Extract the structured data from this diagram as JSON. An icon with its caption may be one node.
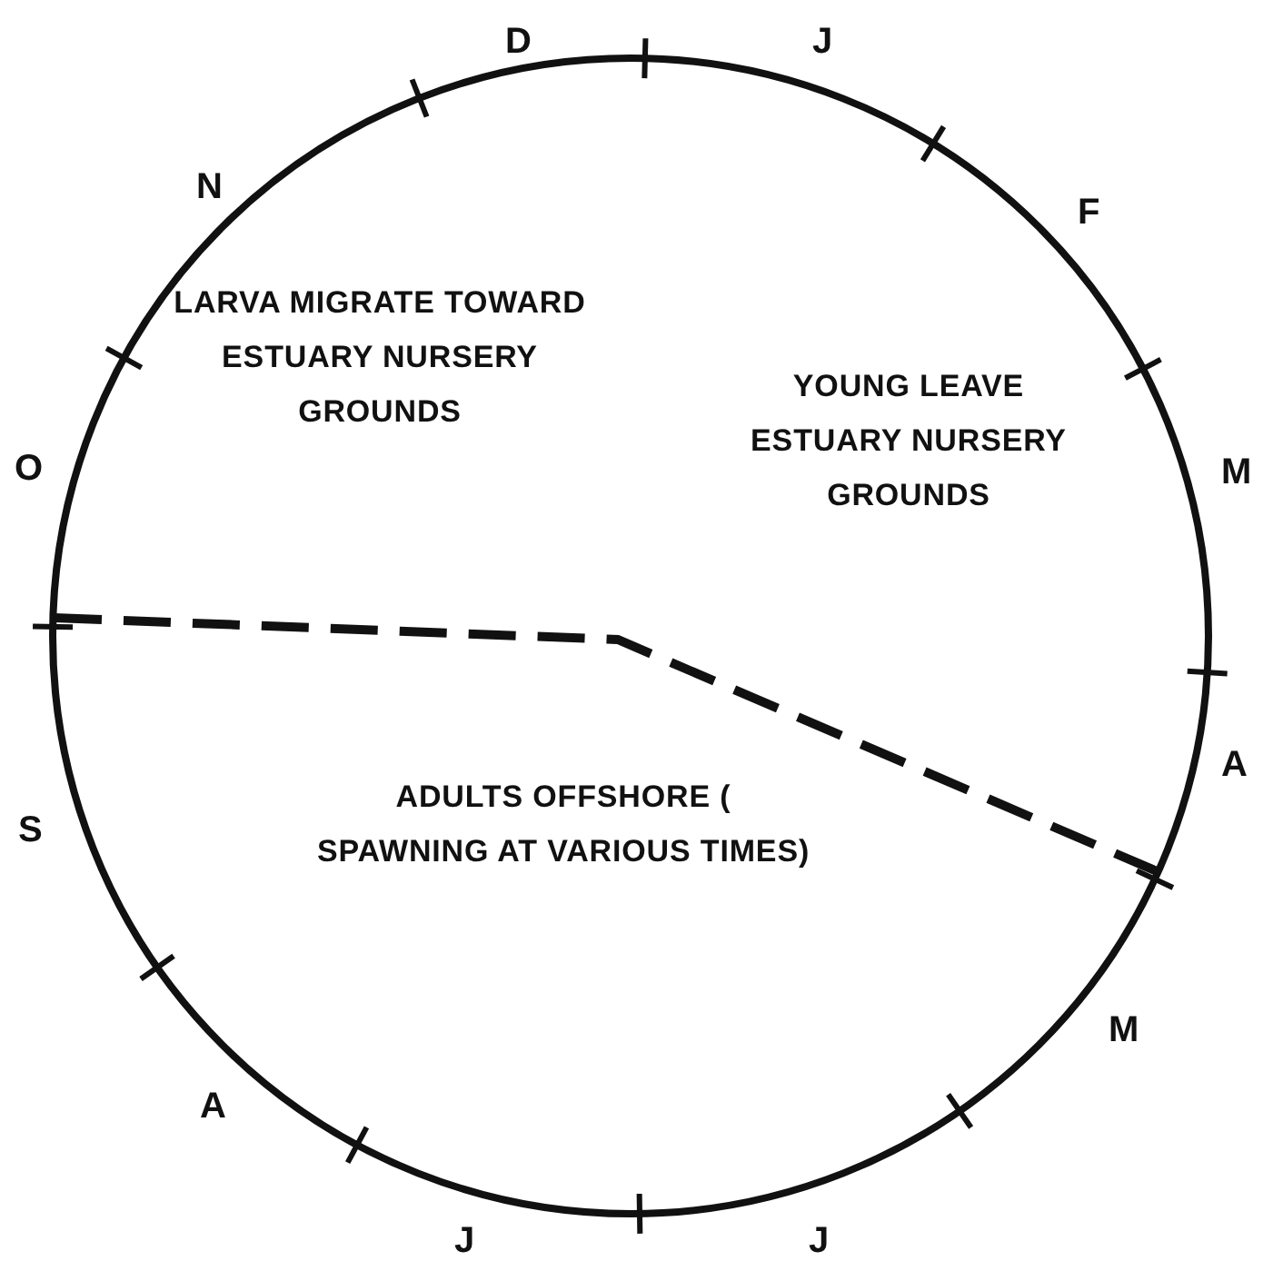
{
  "diagram": {
    "labels": [
      "D",
      "J",
      "N",
      "F",
      "LARVA MIGRATE TOWARD ESTUARY NURSERY GROUNDS",
      "YOUNG LEAVE ESTUARY NURSERY GROUNDS",
      "O",
      "M",
      "A",
      "S",
      "ADULTS OFFSHORE ( SPAWNING AT VARIOUS TIMES)",
      "M",
      "A",
      "J",
      "J"
    ]
  }
}
